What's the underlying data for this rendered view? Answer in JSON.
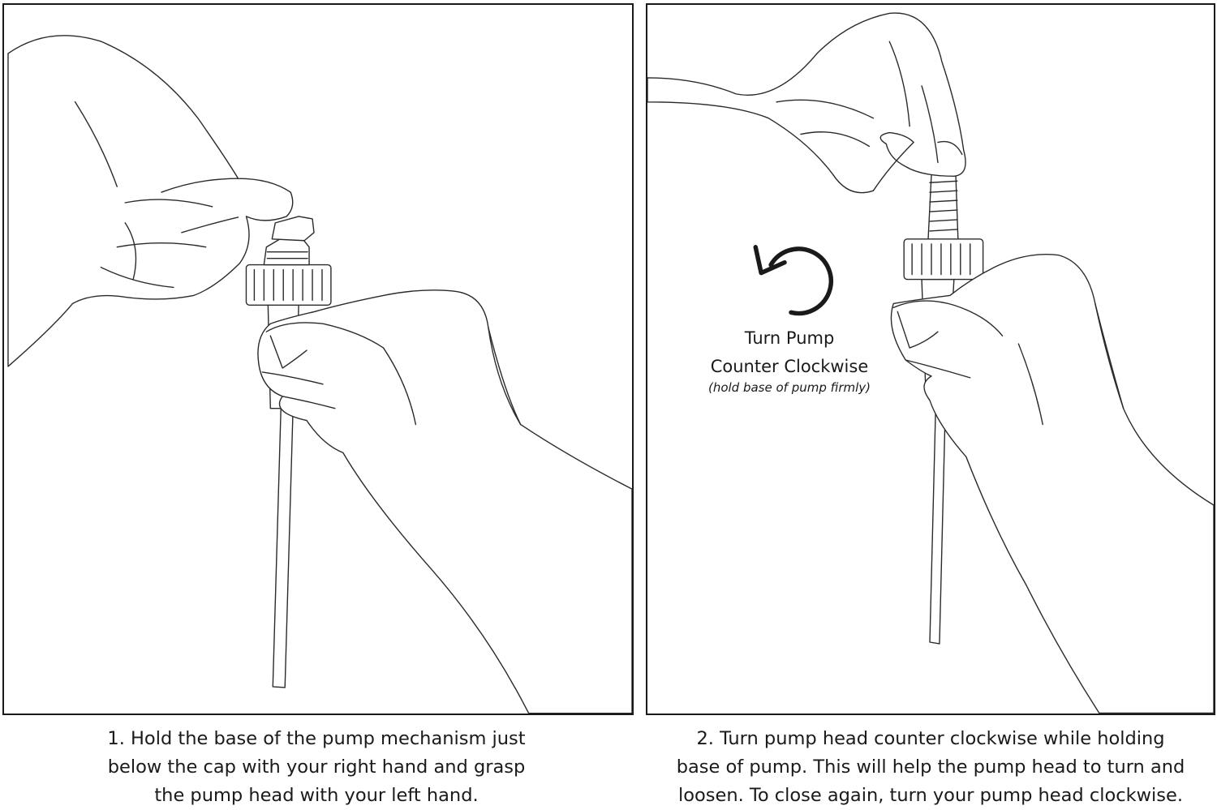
{
  "steps": [
    {
      "caption_lines": [
        "1. Hold the base of the pump mechanism just",
        "below the cap with your right hand and grasp",
        "the pump head with your left hand."
      ]
    },
    {
      "caption_lines": [
        "2. Turn pump head counter clockwise while holding",
        "base of pump. This will help the pump head to turn and",
        "loosen. To close again, turn your pump head clockwise."
      ],
      "label_lines": [
        "Turn Pump",
        "Counter Clockwise"
      ],
      "note": "(hold base of pump firmly)"
    }
  ],
  "icons": {
    "rotation": "counter-clockwise-arrow-icon",
    "line_color": "#2a2a2a",
    "border_color": "#1a1a1a"
  }
}
